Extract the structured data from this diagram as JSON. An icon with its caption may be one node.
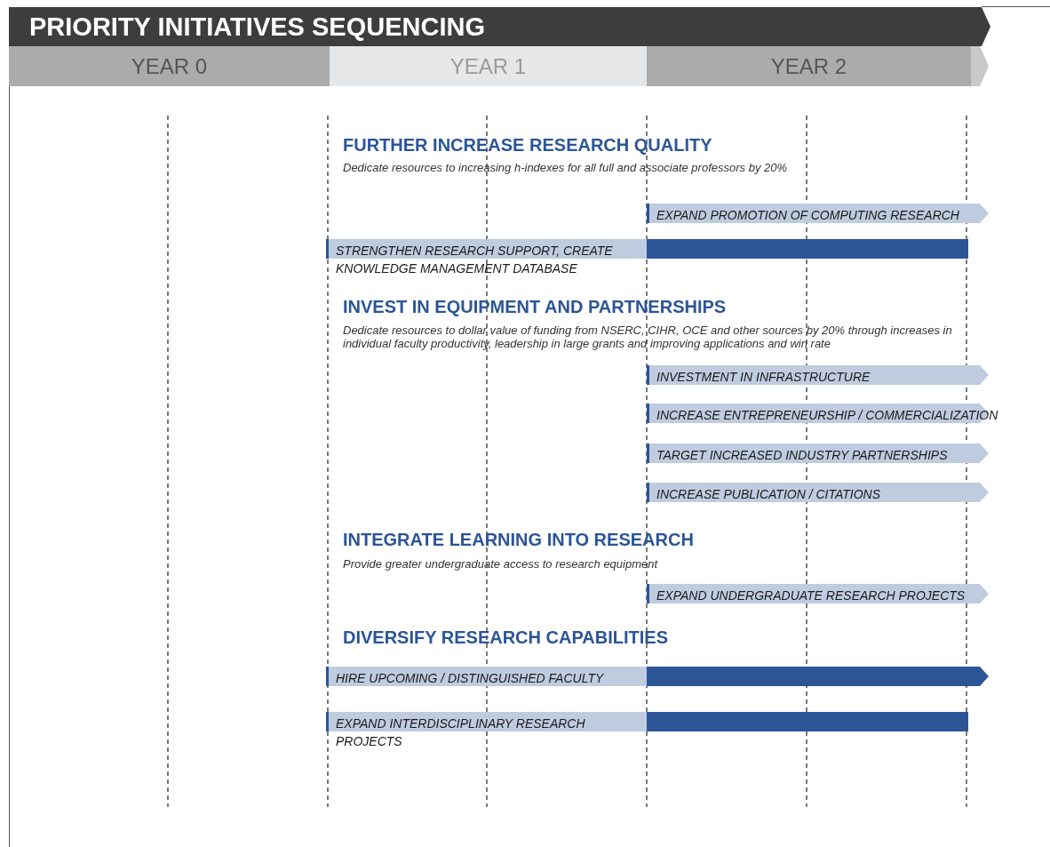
{
  "diagram": {
    "title": "PRIORITY INITIATIVES SEQUENCING",
    "nodes": [
      {
        "text": [
          "YEAR 0"
        ]
      },
      {
        "text": [
          "YEAR 1"
        ]
      },
      {
        "text": [
          "YEAR 2"
        ]
      },
      {
        "text": [
          "EXPAND PROMOTION OF COMPUTING RESEARCH"
        ]
      },
      {
        "text": [
          "STRENGTHEN RESEARCH SUPPORT, CREATE KNOWLEDGE MANAGEMENT DATABASE"
        ]
      },
      {
        "text": [
          "INVESTMENT IN INFRASTRUCTURE"
        ]
      },
      {
        "text": [
          "INCREASE ENTREPRENEURSHIP / COMMERCIALIZATION"
        ]
      },
      {
        "text": [
          "TARGET INCREASED INDUSTRY PARTNERSHIPS"
        ]
      },
      {
        "text": [
          "INCREASE PUBLICATION / CITATIONS"
        ]
      },
      {
        "text": [
          "EXPAND UNDERGRADUATE RESEARCH PROJECTS"
        ]
      },
      {
        "text": [
          "HIRE UPCOMING / DISTINGUISHED FACULTY"
        ]
      },
      {
        "text": [
          "EXPAND INTERDISCIPLINARY RESEARCH PROJECTS"
        ]
      }
    ],
    "labels": [
      "FURTHER INCREASE RESEARCH QUALITY",
      "Dedicate resources to increasing h-indexes for all full and associate professors by 20%",
      "INVEST IN EQUIPMENT AND PARTNERSHIPS",
      "Dedicate resources to dollar value of funding from NSERC, CIHR, OCE and other sources by 20% through increases in individual faculty productivity, leadership in large grants and improving applications and win rate",
      "INTEGRATE LEARNING INTO RESEARCH",
      "Provide greater undergraduate access to research equipment",
      "DIVERSIFY RESEARCH CAPABILITIES"
    ]
  }
}
